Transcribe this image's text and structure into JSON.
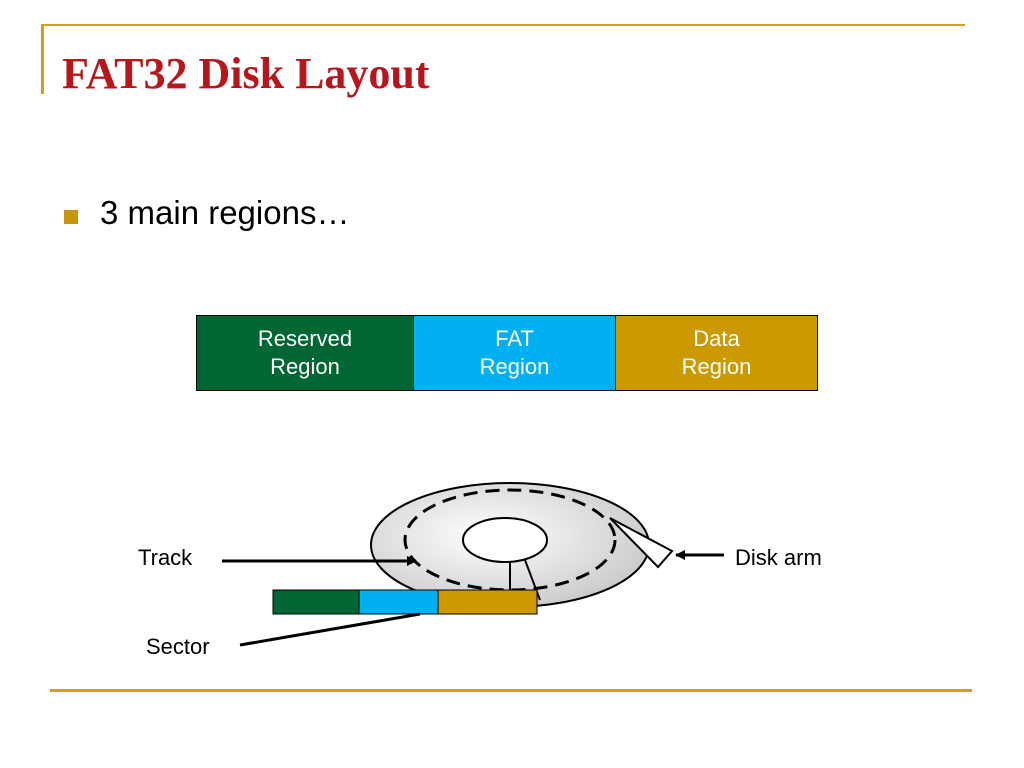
{
  "slide": {
    "title": "FAT32 Disk Layout",
    "bullets": [
      "3 main regions…"
    ]
  },
  "regions": [
    {
      "label": "Reserved\nRegion",
      "color": "#006633"
    },
    {
      "label": "FAT\nRegion",
      "color": "#00b0f0"
    },
    {
      "label": "Data\nRegion",
      "color": "#cc9900"
    }
  ],
  "disk_diagram": {
    "labels": {
      "track": "Track",
      "disk_arm": "Disk arm",
      "sector": "Sector"
    },
    "platter_gradient": [
      "#ffffff",
      "#c8c8c8"
    ]
  },
  "theme": {
    "accent": "#d4a017",
    "title_color": "#b5171c",
    "bullet_color": "#c9950c"
  }
}
